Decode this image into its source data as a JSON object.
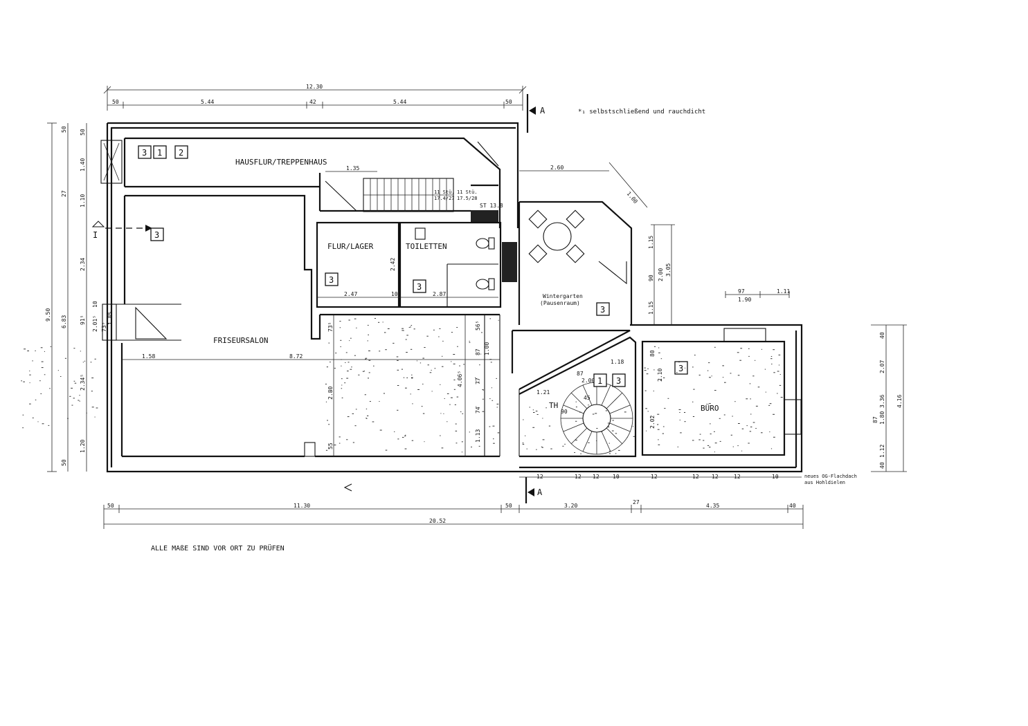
{
  "note_top": "*₁ selbstschließend und rauchdicht",
  "note_bottom": "ALLE MAßE SIND VOR ORT ZU PRÜFEN",
  "note_roof": [
    "neues OG-Flachdach",
    "aus Hohldielen"
  ],
  "section_marks": {
    "a": "A",
    "i": "I"
  },
  "rooms": {
    "hausflur": "HAUSFLUR/TREPPENHAUS",
    "flur_lager": "FLUR/LAGER",
    "toiletten": "TOILETTEN",
    "friseursalon": "FRISEURSALON",
    "wintergarten": [
      "Wintergarten",
      "(Pausenraum)"
    ],
    "buero": "BÜRO",
    "th": "TH",
    "st": "ST 13.8"
  },
  "badges": {
    "hausflur": [
      "3",
      "1",
      "2"
    ],
    "salon": "3",
    "flur_lager": "3",
    "toiletten": "3",
    "wintergarten": "3",
    "buero": "3",
    "th": [
      "1",
      "3"
    ]
  },
  "dims_top": {
    "total": "12.30",
    "a": "50",
    "b": "5.44",
    "c": "42",
    "d": "5.44",
    "e": "50"
  },
  "dims_bottom": {
    "total": "20.52",
    "a": "50",
    "b": "11.30",
    "c": "50",
    "d": "3.20",
    "e": "27",
    "f": "4.35",
    "g": "40"
  },
  "dims_left": {
    "total": "9.50",
    "sub": "6.83",
    "a": "50",
    "b": "1.40",
    "c": "27",
    "d": "1.10",
    "e": "2.34",
    "f": "91⁵",
    "g": "2.34⁵",
    "h": "50",
    "i": "1.20",
    "j": "50",
    "k": "10",
    "l": "2.01⁵",
    "m": "1.85"
  },
  "dims_right": {
    "total": "4.16",
    "a": "40",
    "b": "2.07",
    "c": "3.36",
    "d": "87",
    "e": "1.80",
    "f": "1.12",
    "g": "40"
  },
  "dims_winter": {
    "w": "2.60",
    "diag": "1.00",
    "a": "1.15",
    "b": "90",
    "c": "2.00",
    "d": "3.05",
    "e": "1.15"
  },
  "dims_inner": {
    "stair_w": "1.35",
    "lager_w": "2.47",
    "wc_w": "2.87",
    "lager_h": "2.42",
    "mid": "10",
    "salon_w1": "1.58",
    "salon_w2": "8.72",
    "salon_h": "2.80",
    "col": "73⁵",
    "col2": "55",
    "right_a": "56⁵",
    "right_b": "87",
    "right_c": "1.00",
    "right_d": "4.06⁵",
    "right_e": "77",
    "right_f": "74",
    "right_g": "1.13",
    "th_a": "1.18",
    "th_b": "87",
    "th_c": "2.00",
    "th_d": "1.21",
    "th_e": "45",
    "th_f": "90",
    "buero_a": "80",
    "buero_b": "2.10",
    "buero_c": "2.02",
    "top_right_a": "97",
    "top_right_b": "1.11",
    "top_right_c": "1.90",
    "steps_a": "11 Stü.",
    "steps_b": "17.4/27",
    "steps_c": "11 Stü.",
    "steps_d": "17.5/28",
    "treads": [
      "12",
      "12",
      "12",
      "10",
      "12",
      "12",
      "12",
      "12",
      "10"
    ]
  }
}
